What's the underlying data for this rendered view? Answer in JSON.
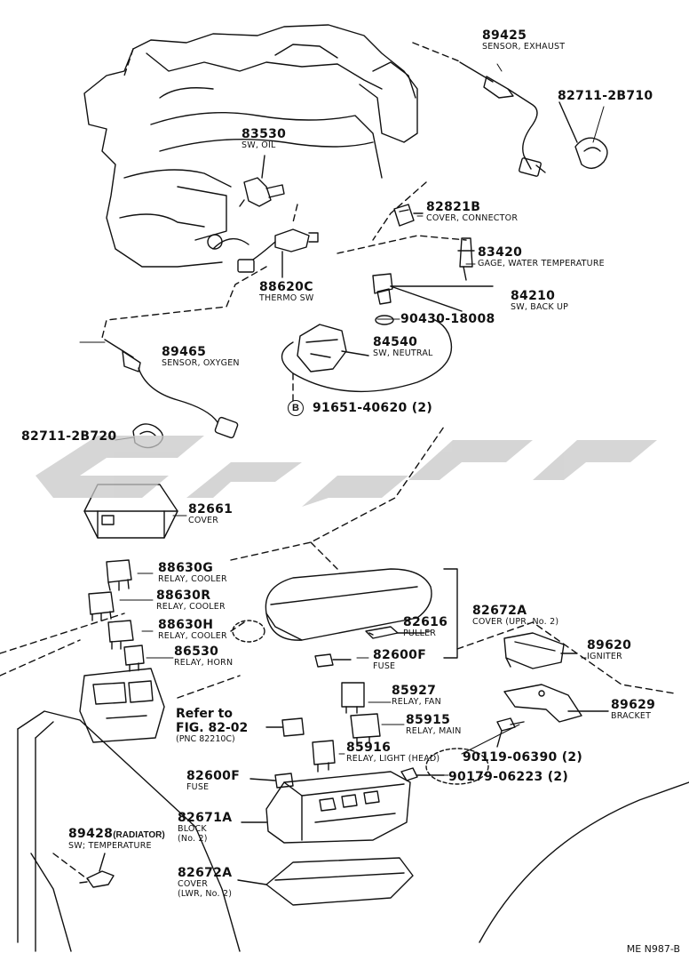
{
  "labels": {
    "p89425": {
      "number": "89425",
      "desc": "SENSOR, EXHAUST"
    },
    "p82711_2B710": {
      "number": "82711-2B710",
      "desc": ""
    },
    "p83530": {
      "number": "83530",
      "desc": "SW, OIL"
    },
    "p82821B": {
      "number": "82821B",
      "desc": "COVER, CONNECTOR"
    },
    "p83420": {
      "number": "83420",
      "desc": "GAGE, WATER TEMPERATURE"
    },
    "p88620C": {
      "number": "88620C",
      "desc": "THERMO SW"
    },
    "p84210": {
      "number": "84210",
      "desc": "SW, BACK UP"
    },
    "p90430": {
      "number": "90430-18008",
      "desc": ""
    },
    "p84540": {
      "number": "84540",
      "desc": "SW, NEUTRAL"
    },
    "p89465": {
      "number": "89465",
      "desc": "SENSOR, OXYGEN"
    },
    "p91651": {
      "number": "91651-40620 (2)",
      "desc": "",
      "marker": "B"
    },
    "p82711_2B720": {
      "number": "82711-2B720",
      "desc": ""
    },
    "p82661": {
      "number": "82661",
      "desc": "COVER"
    },
    "p88630G": {
      "number": "88630G",
      "desc": "RELAY, COOLER"
    },
    "p88630R": {
      "number": "88630R",
      "desc": "RELAY, COOLER"
    },
    "p88630H": {
      "number": "88630H",
      "desc": "RELAY, COOLER"
    },
    "p86530": {
      "number": "86530",
      "desc": "RELAY, HORN"
    },
    "p82616": {
      "number": "82616",
      "desc": "PULLER"
    },
    "p82672A_upr": {
      "number": "82672A",
      "desc": "COVER (UPR, No. 2)"
    },
    "p89620": {
      "number": "89620",
      "desc": "IGNITER"
    },
    "p82600F_a": {
      "number": "82600F",
      "desc": "FUSE"
    },
    "p85927": {
      "number": "85927",
      "desc": "RELAY, FAN"
    },
    "p89629": {
      "number": "89629",
      "desc": "BRACKET"
    },
    "p85915": {
      "number": "85915",
      "desc": "RELAY, MAIN"
    },
    "p85916": {
      "number": "85916",
      "desc": "RELAY, LIGHT (HEAD)"
    },
    "p90119": {
      "number": "90119-06390 (2)",
      "desc": ""
    },
    "p90179": {
      "number": "90179-06223 (2)",
      "desc": ""
    },
    "p82600F_b": {
      "number": "82600F",
      "desc": "FUSE"
    },
    "p82671A": {
      "number": "82671A",
      "desc_line1": "BLOCK",
      "desc_line2": "(No. 2)"
    },
    "p89428": {
      "number": "89428",
      "number_suffix": "(RADIATOR)",
      "desc": "SW; TEMPERATURE"
    },
    "p82672A_lwr": {
      "number": "82672A",
      "desc_line1": "COVER",
      "desc_line2": "(LWR, No. 2)"
    }
  },
  "refer": {
    "line1": "Refer to",
    "line2": "FIG. 82-02",
    "line3": "(PNC 82210C)"
  },
  "drawing_code": "ME N987-B"
}
